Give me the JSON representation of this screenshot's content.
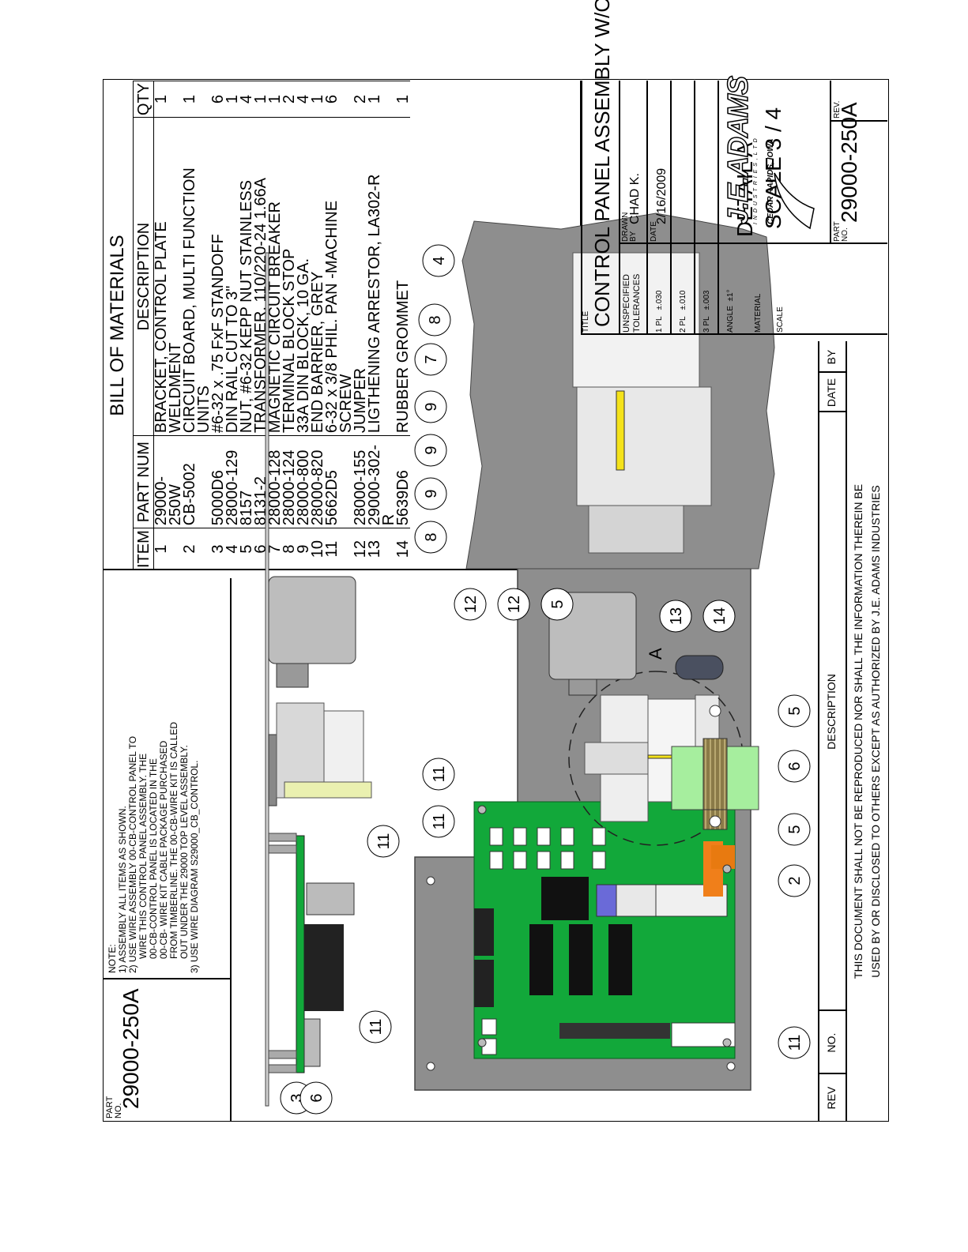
{
  "notes": {
    "part_no_label": "PART NO.",
    "part_no": "29000-250A",
    "title": "NOTE:",
    "lines": [
      "1) ASSEMBLY ALL ITEMS AS SHOWN.",
      "2) USE WIRE ASSEMBLY 00-CB-CONTROL PANEL TO",
      "WIRE THIS CONTROL PANEL ASSEMBLY. THE",
      "00-CB-CONTROL PANEL IS LOCATED IN THE",
      "00-CB- WIRE KIT CABLE PACKAGE PURCHASED",
      "FROM TIMBERLINE. THE 00-CB-WIRE KIT IS CALLED",
      "OUT UNDER THE 29000 TOP LEVEL ASSEMBLY.",
      "",
      "3) USE WIRE DIAGRAM S29000_CB_CONTROL."
    ]
  },
  "bom": {
    "title": "BILL OF MATERIALS",
    "headers": [
      "ITEM",
      "PART NUM",
      "DESCRIPTION",
      "QTY"
    ],
    "rows": [
      {
        "item": "1",
        "part": "29000-250W",
        "desc": [
          "BRACKET, CONTROL PLATE",
          "WELDMENT"
        ],
        "qty": "1"
      },
      {
        "item": "2",
        "part": "CB-5002",
        "desc": [
          "CIRCUIT BOARD, MULTI FUNCTION",
          "UNITS"
        ],
        "qty": "1"
      },
      {
        "item": "3",
        "part": "5000D6",
        "desc": [
          "#6-32 x .75 FxF STANDOFF"
        ],
        "qty": "6"
      },
      {
        "item": "4",
        "part": "28000-129",
        "desc": [
          "DIN RAIL CUT TO 3\""
        ],
        "qty": "1"
      },
      {
        "item": "5",
        "part": "8157",
        "desc": [
          "NUT, #6-32 KEPP NUT STAINLESS"
        ],
        "qty": "4"
      },
      {
        "item": "6",
        "part": "8131-2",
        "desc": [
          "TRANSFORMER, 110/220-24 1.66A"
        ],
        "qty": "1"
      },
      {
        "item": "7",
        "part": "28000-128",
        "desc": [
          "MAGNETIC CIRCUIT BREAKER"
        ],
        "qty": "1"
      },
      {
        "item": "8",
        "part": "28000-124",
        "desc": [
          "TERMINAL BLOCK STOP"
        ],
        "qty": "2"
      },
      {
        "item": "9",
        "part": "28000-800",
        "desc": [
          "33A DIN BLOCK, 10 GA."
        ],
        "qty": "4"
      },
      {
        "item": "10",
        "part": "28000-820",
        "desc": [
          "END BARRIER, GREY"
        ],
        "qty": "1"
      },
      {
        "item": "11",
        "part": "5662D5",
        "desc": [
          "6-32 x 3/8 PHIL. PAN -MACHINE",
          "SCREW"
        ],
        "qty": "6"
      },
      {
        "item": "12",
        "part": "28000-155",
        "desc": [
          "JUMPER"
        ],
        "qty": "2"
      },
      {
        "item": "13",
        "part": "29000-302-R",
        "desc": [
          "LIGTHENING ARRESTOR, LA302-R"
        ],
        "qty": "1"
      },
      {
        "item": "14",
        "part": "5639D6",
        "desc": [
          "RUBBER GROMMET"
        ],
        "qty": "1"
      }
    ]
  },
  "views": {
    "detail_label": "A",
    "detail_title": "DETAIL  A",
    "detail_scale": "SCALE 3 / 4",
    "balloons_main": [
      "3",
      "6",
      "11",
      "11",
      "11",
      "11",
      "2",
      "5",
      "6",
      "5",
      "14",
      "13",
      "11"
    ],
    "balloons_detail": [
      "4",
      "8",
      "7",
      "9",
      "9",
      "9",
      "8",
      "12",
      "12",
      "5"
    ]
  },
  "revision": {
    "headers": [
      "REV",
      "NO.",
      "DESCRIPTION",
      "DATE",
      "BY"
    ],
    "disclaimer": [
      "THIS DOCUMENT SHALL NOT BE REPRODUCED NOR SHALL THE INFORMATION THEREIN BE",
      "USED BY OR DISCLOSED TO OTHERS EXCEPT AS AUTHORIZED BY J.E. ADAMS INDUSTRIES"
    ]
  },
  "title_block": {
    "title_label": "TITLE",
    "title": "CONTROL PANEL ASSEMBLY W/CB",
    "tolerances_label": "UNSPECIFIED TOLERANCES",
    "tol_1pl": "1 PL   ±.030",
    "tol_2pl": "2 PL   ±.010",
    "tol_3pl": "3 PL   ±.003",
    "tol_angle": "ANGLE  ±1°",
    "material_label": "MATERIAL",
    "scale_label": "SCALE",
    "drawn_label": "DRAWN BY",
    "drawn_by": "CHAD K.",
    "date_label": "DATE",
    "date": "2/16/2009",
    "company": "J.E.ADAMS",
    "company_sub": "I N D U S T R I E S ,   L T D",
    "location": "CEDAR RAPIDS, IOWA",
    "part_no_label": "PART NO.",
    "part_no": "29000-250A",
    "rev_label": "REV."
  },
  "colors": {
    "plate": "#8e8e8e",
    "pcb": "#12a83a",
    "transformer_core": "#a6ee9e",
    "transformer_coil": "#8a7a48",
    "breaker": "#f2f2f2",
    "jumper": "#f4e21a"
  }
}
